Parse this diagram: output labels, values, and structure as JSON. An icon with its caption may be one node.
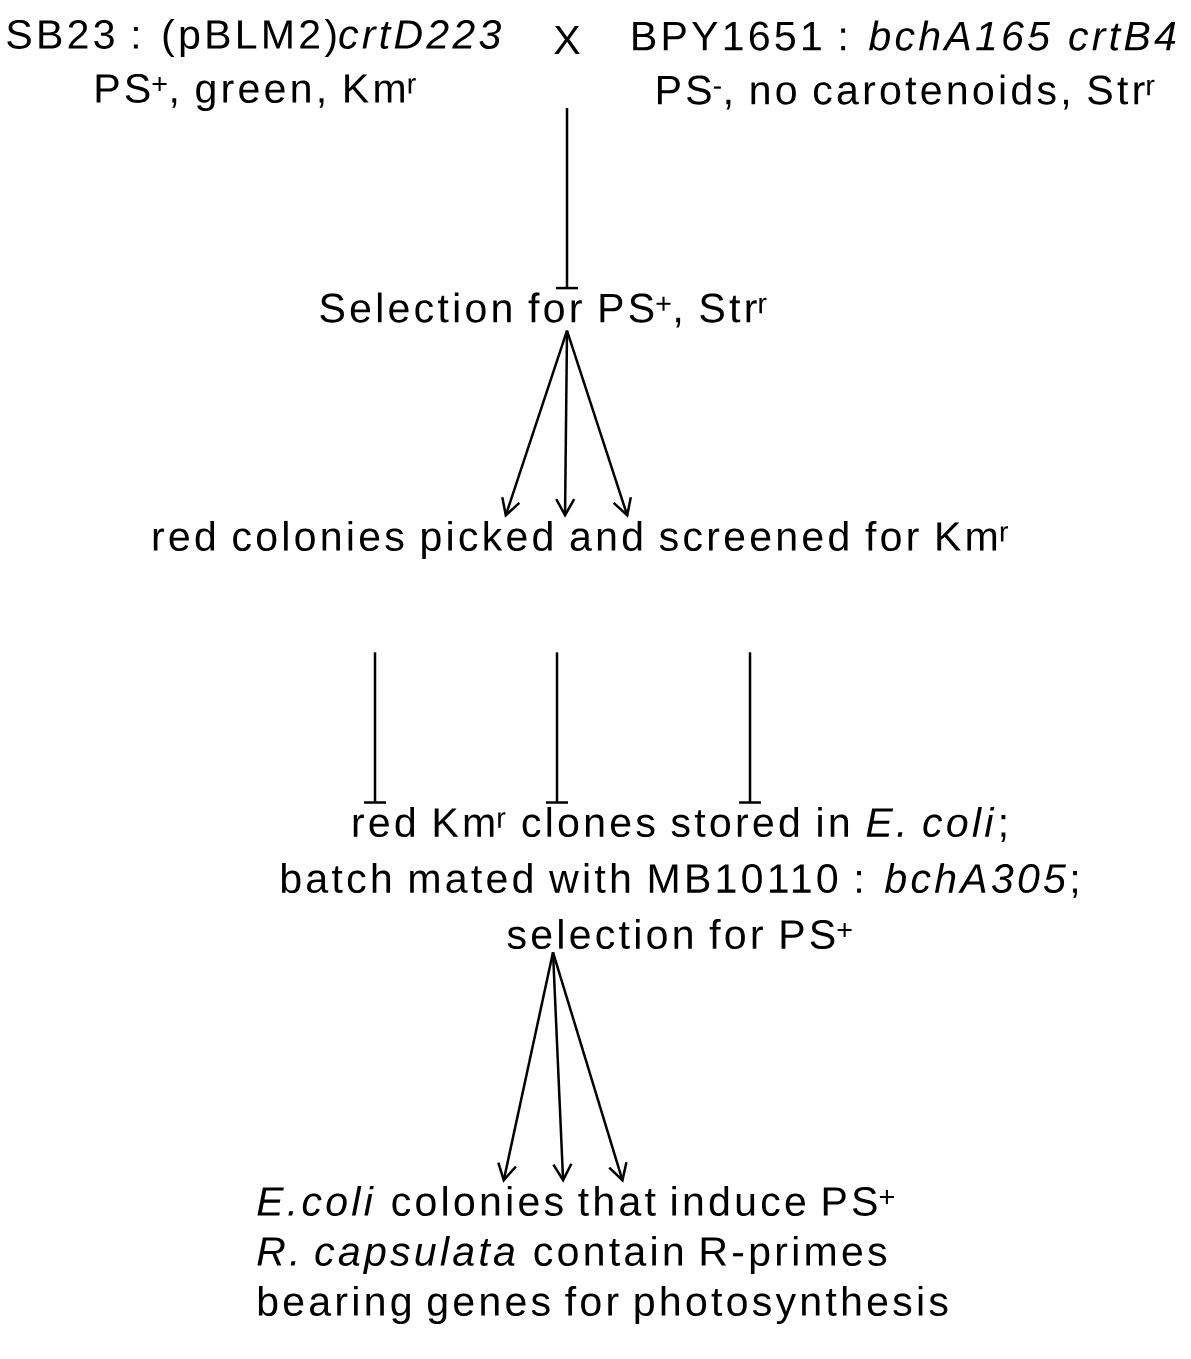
{
  "diagram": {
    "nodes": [
      {
        "text": [
          "SB23 : (pBLM2)*crtD223*",
          "PS$^{+}$, green, Km$^{r}$"
        ]
      },
      {
        "text": [
          "BPY1651 : *bchA165* *crtB4*",
          "PS$^{-}$, no carotenoids, Str$^{r}$"
        ]
      },
      {
        "text": [
          "Selection for PS$^{+}$, Str$^{r}$"
        ]
      },
      {
        "text": [
          "red colonies picked and screened for Km$^{r}$"
        ]
      },
      {
        "text": [
          "red Km$^{r}$ clones stored in *E. coli*;",
          "batch mated with MB10110 : *bchA305*;",
          "selection for PS$^{+}$"
        ]
      },
      {
        "text": [
          "*E.coli* colonies that induce PS$^{+}$ *R. capsulata* contain R-primes bearing genes for photosynthesis"
        ]
      }
    ],
    "edges": [
      {
        "from": null,
        "to": 2,
        "arrow": "none"
      },
      {
        "from": 2,
        "to": 3,
        "arrow": "to"
      },
      {
        "from": 2,
        "to": 3,
        "arrow": "to"
      },
      {
        "from": 2,
        "to": 3,
        "arrow": "to"
      },
      {
        "from": 3,
        "to": 4,
        "arrow": "none"
      },
      {
        "from": 3,
        "to": 4,
        "arrow": "none"
      },
      {
        "from": 3,
        "to": 4,
        "arrow": "none"
      },
      {
        "from": 4,
        "to": 5,
        "arrow": "to"
      },
      {
        "from": 4,
        "to": 5,
        "arrow": "to"
      },
      {
        "from": 4,
        "to": 5,
        "arrow": "to"
      }
    ],
    "labels": [
      "X"
    ]
  }
}
